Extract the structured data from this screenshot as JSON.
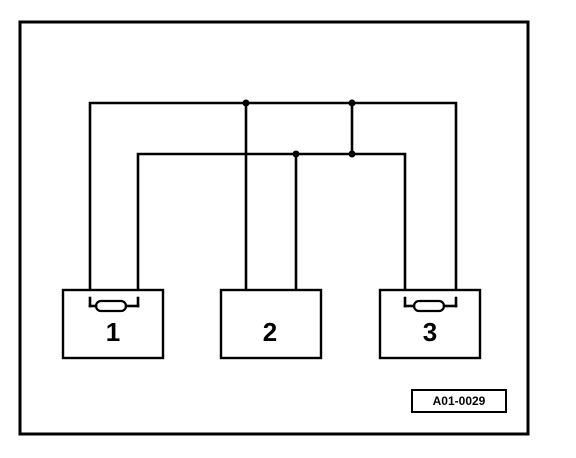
{
  "diagram": {
    "units": [
      {
        "label": "1"
      },
      {
        "label": "2"
      },
      {
        "label": "3"
      }
    ],
    "reference_code": "A01-0029"
  }
}
